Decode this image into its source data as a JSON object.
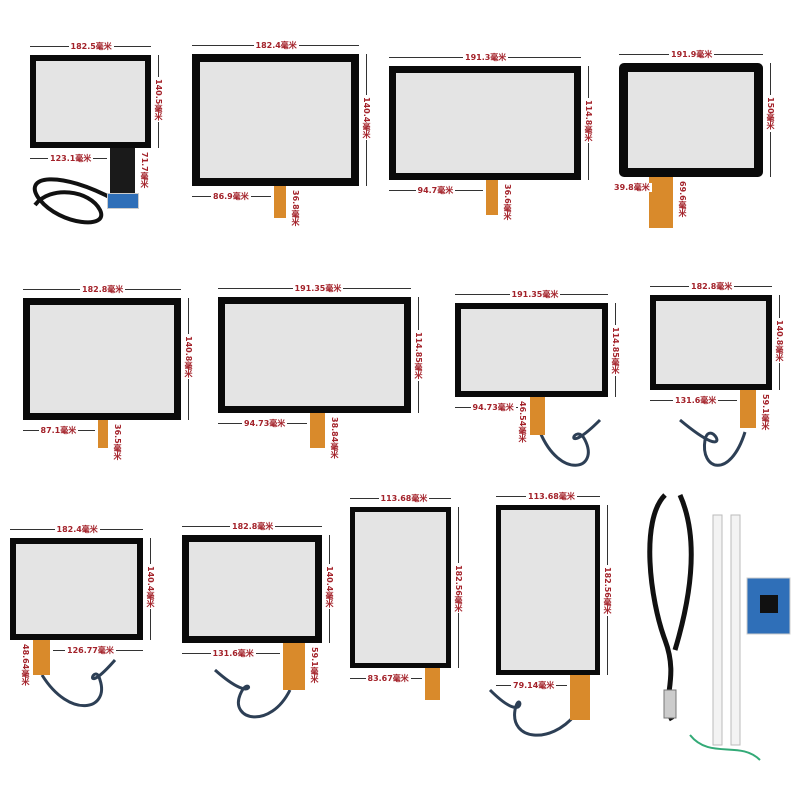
{
  "product_panels": [
    {
      "width_label": "182.5毫米",
      "height_label": "140.5毫米",
      "offset_label": "123.1毫米",
      "tail_label": "71.7毫米"
    },
    {
      "width_label": "182.4毫米",
      "height_label": "140.4毫米",
      "offset_label": "86.9毫米",
      "tail_label": "36.8毫米"
    },
    {
      "width_label": "191.3毫米",
      "height_label": "114.8毫米",
      "offset_label": "94.7毫米",
      "tail_label": "36.6毫米"
    },
    {
      "width_label": "191.9毫米",
      "height_label": "150毫米",
      "offset_label": "39.8毫米",
      "tail_label": "69.6毫米"
    },
    {
      "width_label": "182.8毫米",
      "height_label": "140.8毫米",
      "offset_label": "87.1毫米",
      "tail_label": "36.5毫米"
    },
    {
      "width_label": "191.35毫米",
      "height_label": "114.85毫米",
      "offset_label": "94.73毫米",
      "tail_label": "38.84毫米"
    },
    {
      "width_label": "191.35毫米",
      "height_label": "114.85毫米",
      "offset_label": "94.73毫米",
      "tail_label": "46.54毫米"
    },
    {
      "width_label": "182.8毫米",
      "height_label": "140.8毫米",
      "offset_label": "131.6毫米",
      "tail_label": "59.1毫米"
    },
    {
      "width_label": "182.4毫米",
      "height_label": "140.4毫米",
      "offset_label": "126.77毫米",
      "tail_label": "48.64毫米"
    },
    {
      "width_label": "182.8毫米",
      "height_label": "140.4毫米",
      "offset_label": "131.6毫米",
      "tail_label": "59.1毫米"
    },
    {
      "width_label": "113.68毫米",
      "height_label": "182.56毫米",
      "offset_label": "83.67毫米",
      "tail_label": ""
    },
    {
      "width_label": "113.68毫米",
      "height_label": "182.56毫米",
      "offset_label": "79.14毫米",
      "tail_label": ""
    }
  ],
  "accessories": [
    "usb-cable",
    "ffc-ribbon-cable",
    "controller-board"
  ],
  "colors": {
    "label": "#a3222a",
    "bezel": "#0a0a0a",
    "glass": "#e4e4e4",
    "fpc": "#d98a2b"
  }
}
